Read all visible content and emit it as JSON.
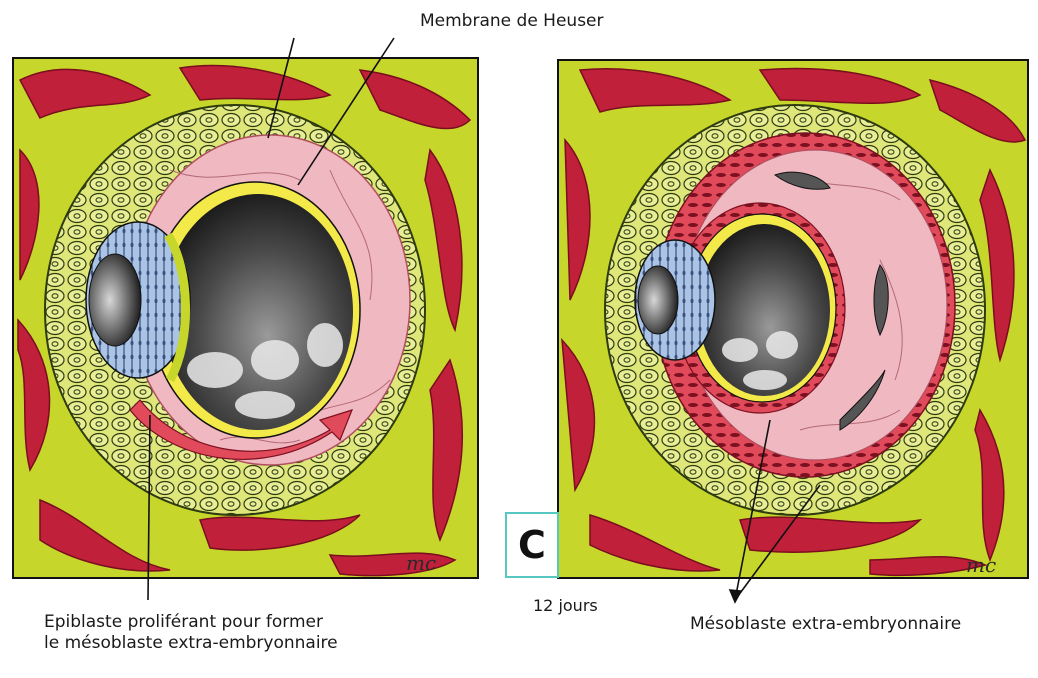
{
  "labels": {
    "heuser": "Membrane de Heuser",
    "epiblast_line1": "Epiblaste proliférant pour former",
    "epiblast_line2": "le mésoblaste extra-embryonnaire",
    "days": "12 jours",
    "mesoblast": "Mésoblaste extra-embryonnaire",
    "panel_letter": "C",
    "signature_left": "mc",
    "signature_right": "mc"
  },
  "colors": {
    "tissue_green": "#c6d62a",
    "vessel_red": "#c0203a",
    "cytotrophoblast_cell": "#dfe77a",
    "pink_mesoblast": "#f0b8c0",
    "red_mesoblast": "#e04a5a",
    "epiblast_blue": "#a9c4e6",
    "cavity_dark": "#2b2b2b",
    "panel_border": "#57c7c4"
  }
}
